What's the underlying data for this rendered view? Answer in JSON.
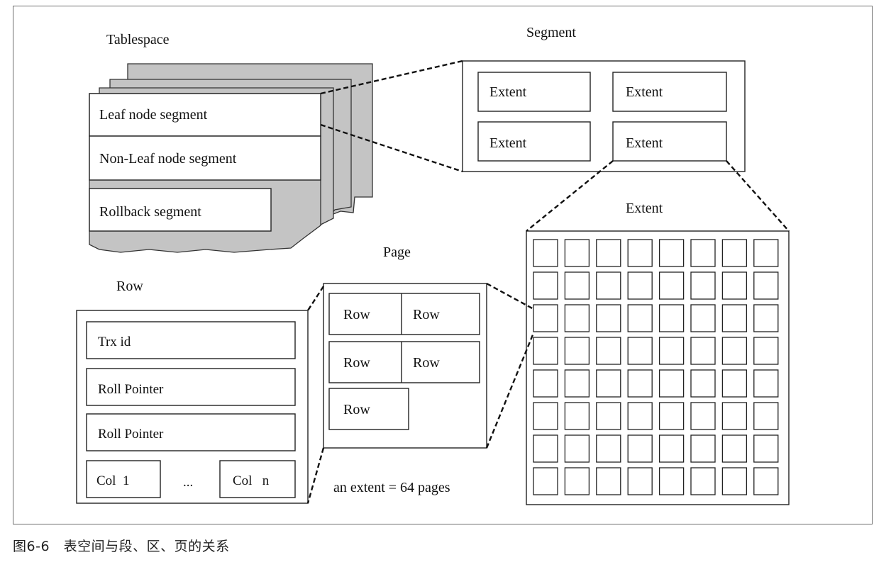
{
  "tablespace": {
    "title": "Tablespace",
    "segments": [
      "Leaf node segment",
      "Non-Leaf node segment",
      "Rollback segment"
    ]
  },
  "segment": {
    "title": "Segment",
    "extents": [
      "Extent",
      "Extent",
      "Extent",
      "Extent"
    ]
  },
  "extent": {
    "title": "Extent",
    "grid_rows": 8,
    "grid_cols": 8
  },
  "page": {
    "title": "Page",
    "rows": [
      "Row",
      "Row",
      "Row",
      "Row",
      "Row"
    ],
    "note": "an extent = 64 pages"
  },
  "row": {
    "title": "Row",
    "fields": [
      "Trx id",
      "Roll Pointer",
      "Roll Pointer"
    ],
    "col_first": "Col  1",
    "ellipsis": "...",
    "col_last": "Col   n"
  },
  "caption": "图6-6   表空间与段、区、页的关系"
}
